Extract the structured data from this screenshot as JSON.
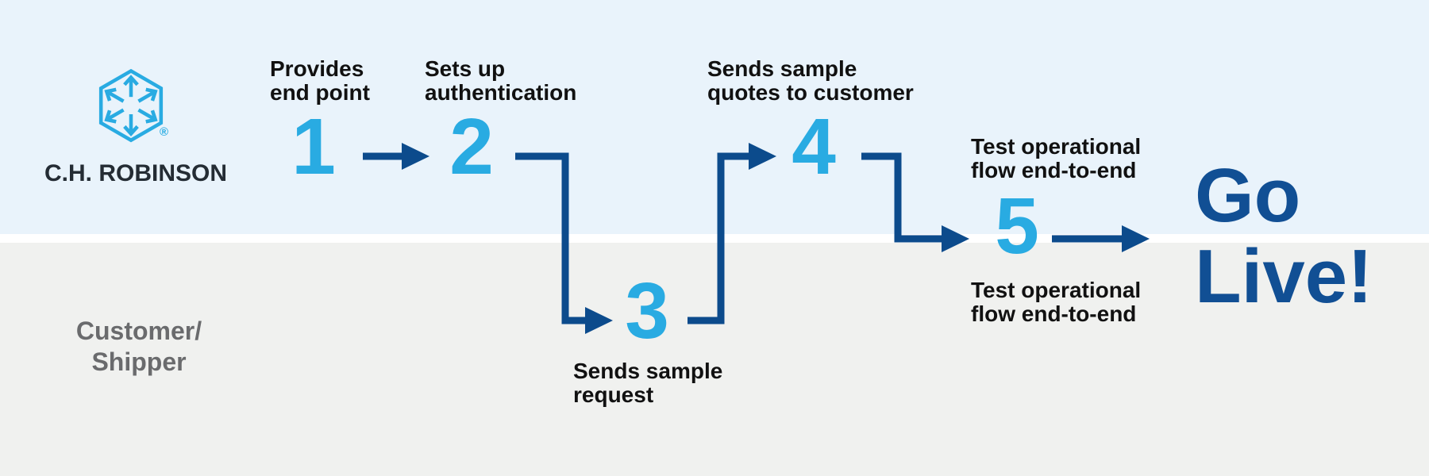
{
  "colors": {
    "band_top": "#e9f3fb",
    "band_bottom": "#f0f1ef",
    "divider": "#ffffff",
    "accent_azure": "#29abe2",
    "navy_arrow": "#0c4b8c",
    "navy_outcome": "#114f94",
    "text_dark": "#111111",
    "text_brand": "#242c34",
    "text_customer": "#6a6b6d"
  },
  "lanes": {
    "top": {
      "brand": "C.H. ROBINSON",
      "registered_mark": "®"
    },
    "bottom": {
      "label_lines": [
        "Customer/",
        "Shipper"
      ]
    }
  },
  "steps": [
    {
      "number": "1",
      "label_lines": [
        "Provides",
        "end point"
      ]
    },
    {
      "number": "2",
      "label_lines": [
        "Sets up",
        "authentication"
      ]
    },
    {
      "number": "3",
      "label_lines": [
        "Sends sample",
        "request"
      ]
    },
    {
      "number": "4",
      "label_lines": [
        "Sends sample",
        "quotes to customer"
      ]
    },
    {
      "number": "5",
      "label_above_lines": [
        "Test operational",
        "flow end-to-end"
      ],
      "label_below_lines": [
        "Test operational",
        "flow end-to-end"
      ]
    }
  ],
  "outcome": {
    "line1": "Go",
    "line2": "Live!"
  }
}
